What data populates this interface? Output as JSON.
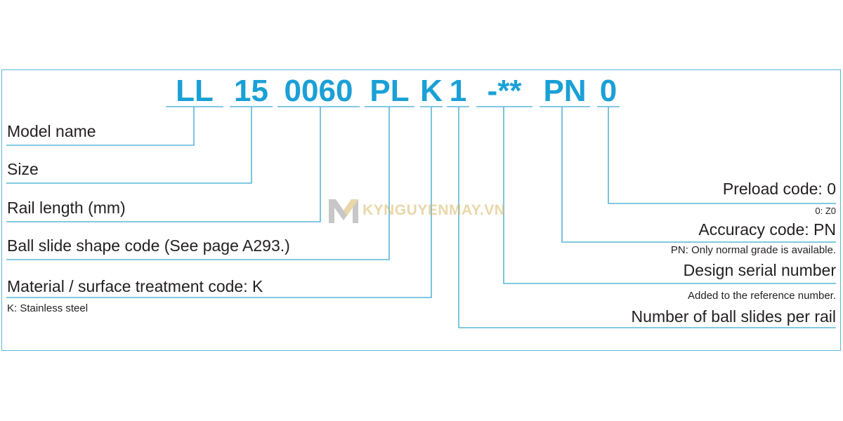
{
  "codes": {
    "model": "LL",
    "size": "15",
    "length": "0060",
    "shape": "PL",
    "material": "K",
    "slides": "1",
    "serial": "-**",
    "accuracy": "PN",
    "preload": "0"
  },
  "left_labels": {
    "model_name": "Model name",
    "size": "Size",
    "rail_length": "Rail length (mm)",
    "shape": "Ball slide shape code (See page A293.)",
    "material": "Material / surface treatment code: K",
    "material_note": "K: Stainless steel"
  },
  "right_labels": {
    "preload": "Preload code: 0",
    "preload_note": "0: Z0",
    "accuracy": "Accuracy code: PN",
    "accuracy_note": "PN: Only normal grade is available.",
    "serial": "Design serial number",
    "serial_note": "Added to the reference number.",
    "slides": "Number of ball slides per rail"
  },
  "watermark": {
    "text": "KYNGUYENMAY.VN",
    "icon": "m-logo-icon"
  },
  "colors": {
    "accent": "#1aa0d6",
    "line": "#5ab6d8",
    "text": "#231f20"
  }
}
